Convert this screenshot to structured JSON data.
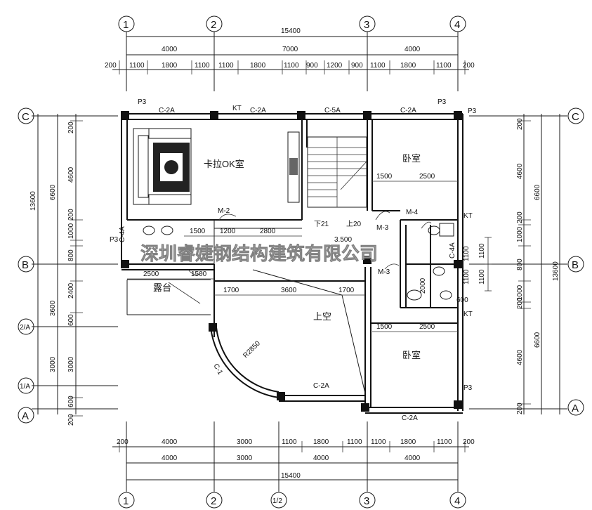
{
  "axes": {
    "top": [
      "1",
      "2",
      "3",
      "4"
    ],
    "bottom": [
      "1",
      "2",
      "1/2",
      "3",
      "4"
    ],
    "left": [
      "C",
      "B",
      "2/A",
      "1/A",
      "A"
    ],
    "right": [
      "C",
      "B",
      "A"
    ]
  },
  "dims_top": {
    "total": "15400",
    "row2": [
      "4000",
      "7000",
      "4000"
    ],
    "row3": [
      "200",
      "1100",
      "1800",
      "1100",
      "1100",
      "1800",
      "1100",
      "900",
      "1200",
      "900",
      "1100",
      "1800",
      "1100",
      "200"
    ]
  },
  "dims_bottom": {
    "row1": [
      "200",
      "4000",
      "3000",
      "1100",
      "1800",
      "1100",
      "1100",
      "1800",
      "1100",
      "200"
    ],
    "row2": [
      "4000",
      "3000",
      "4000",
      "4000"
    ],
    "total": "15400"
  },
  "dims_left": {
    "total": "13600",
    "outer": [
      "6600",
      "3600",
      "3000"
    ],
    "inner": [
      "200",
      "4600",
      "1000",
      "200",
      "800",
      "2400",
      "600",
      "3000",
      "600",
      "200"
    ]
  },
  "dims_right": {
    "total": "13600",
    "outer": [
      "6600",
      "6600"
    ],
    "inner": [
      "200",
      "4600",
      "200",
      "1000",
      "800",
      "1000",
      "200",
      "4600",
      "200"
    ],
    "small": [
      "1100",
      "1100"
    ]
  },
  "rooms": {
    "karaoke": "卡拉OK室",
    "bedroom1": "卧室",
    "bedroom2": "卧室",
    "terrace": "露台",
    "open_above": "上空"
  },
  "labels": {
    "c2a_1": "C-2A",
    "c2a_2": "C-2A",
    "c5a": "C-5A",
    "c2a_3": "C-2A",
    "c2a_4": "C-2A",
    "c2a_5": "C-2A",
    "p3a": "P3",
    "p3b": "P3",
    "p3c": "P3",
    "p3d": "P3",
    "p3e": "P3",
    "kt1": "KT",
    "kt2": "KT",
    "kt3": "KT",
    "m2": "M-2",
    "m3": "M-3",
    "m4": "M-4",
    "m3b": "M-3",
    "c4a_1": "C-4A",
    "c4a_2": "C-4A",
    "c1": "C-1",
    "down21": "下21",
    "up20": "上20",
    "level": "3.500",
    "radius": "R2850"
  },
  "inner_dims": {
    "upper_left": [
      "1500",
      "1200",
      "2800"
    ],
    "terrace": [
      "2500",
      "1500"
    ],
    "middle": [
      "1700",
      "3600",
      "1700"
    ],
    "bed1": [
      "1500",
      "2500"
    ],
    "bed2": [
      "1500",
      "2500"
    ],
    "bath": [
      "2000",
      "1100",
      "600"
    ],
    "bath_v": [
      "1100"
    ]
  },
  "watermark": "深圳睿婕钢结构建筑有限公司"
}
